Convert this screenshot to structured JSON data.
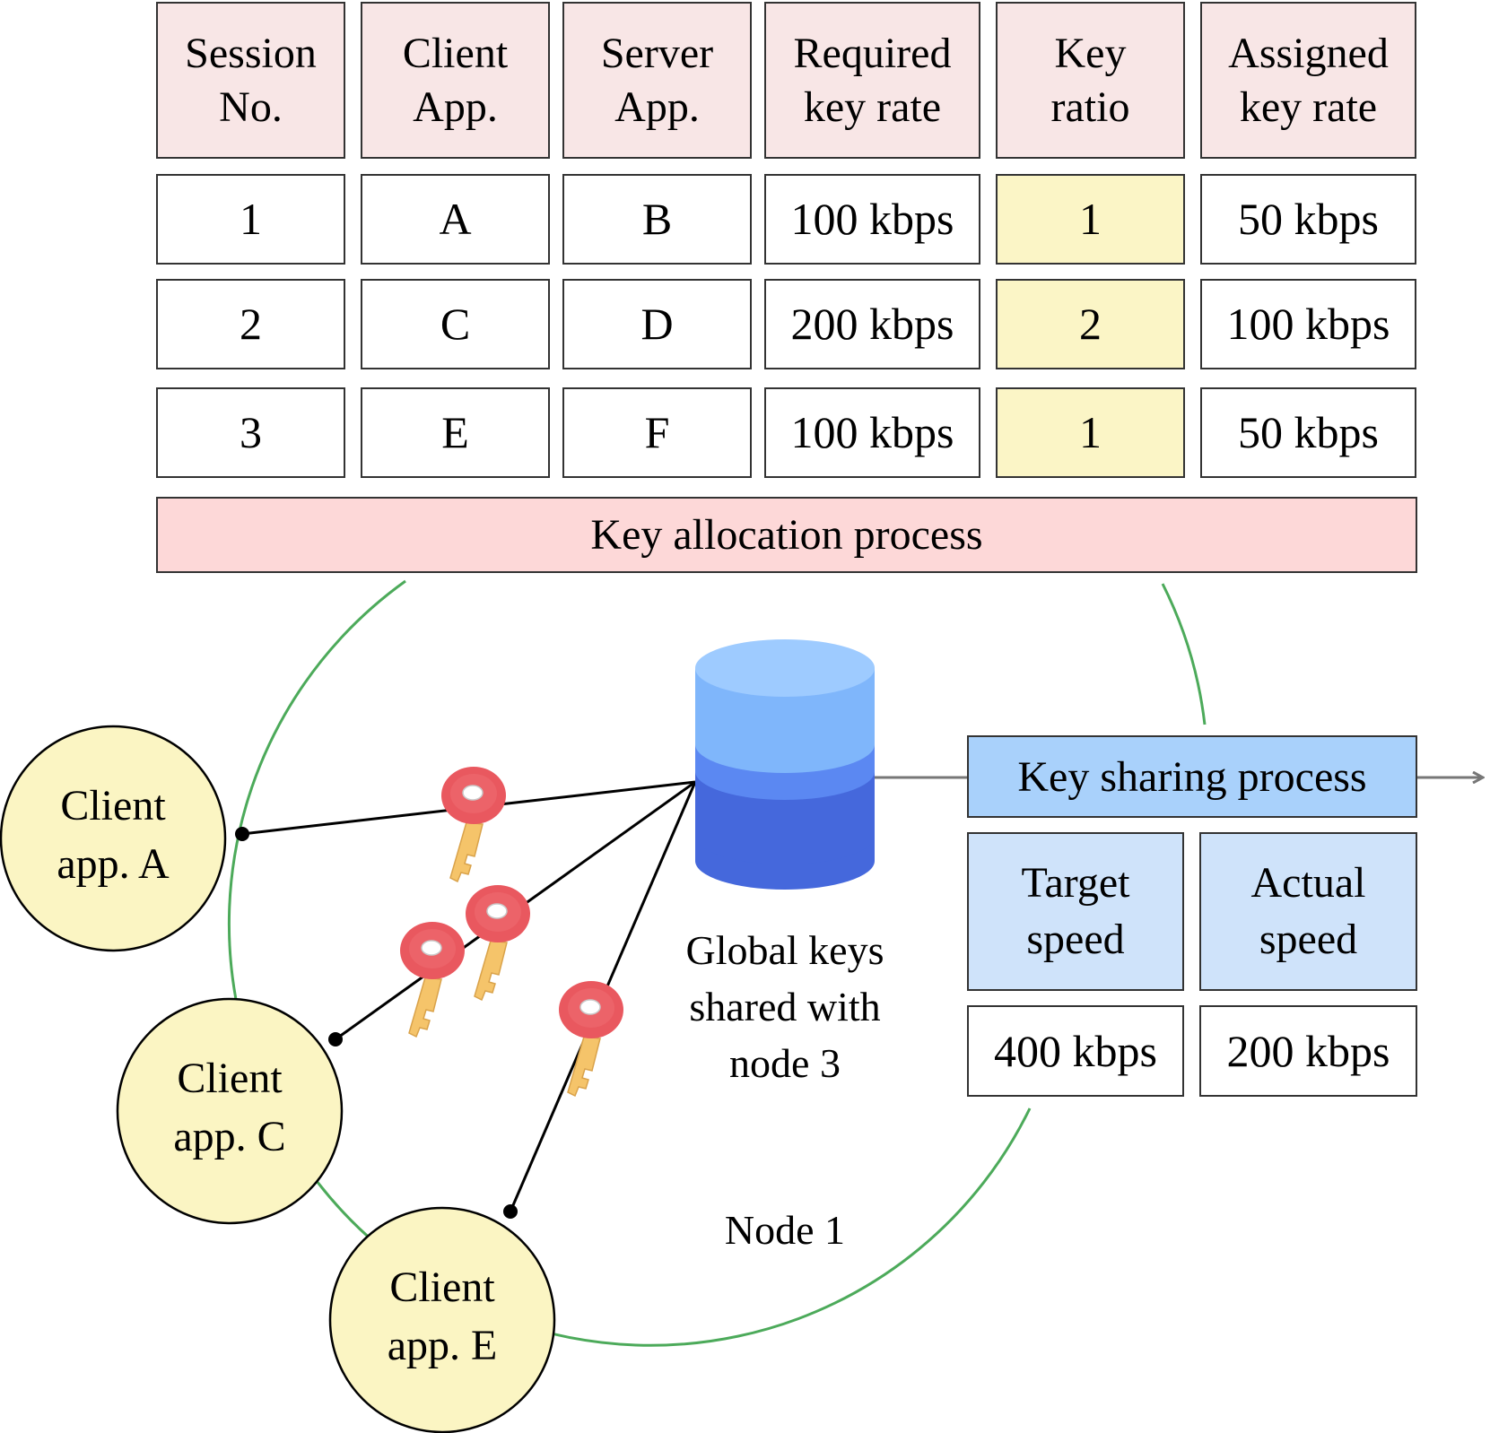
{
  "allocation_table": {
    "headers": [
      "Session\nNo.",
      "Client\nApp.",
      "Server\nApp.",
      "Required\nkey rate",
      "Key\nratio",
      "Assigned\nkey rate"
    ],
    "rows": [
      [
        "1",
        "A",
        "B",
        "100 kbps",
        "1",
        "50 kbps"
      ],
      [
        "2",
        "C",
        "D",
        "200 kbps",
        "2",
        "100 kbps"
      ],
      [
        "3",
        "E",
        "F",
        "100 kbps",
        "1",
        "50 kbps"
      ]
    ]
  },
  "key_allocation_label": "Key allocation process",
  "key_sharing_label": "Key sharing process",
  "speed_table": {
    "headers": [
      "Target\nspeed",
      "Actual\nspeed"
    ],
    "values": [
      "400 kbps",
      "200 kbps"
    ]
  },
  "global_keys_label": "Global keys\nshared with\nnode 3",
  "node_label": "Node 1",
  "clients": [
    {
      "label": "Client\napp. A"
    },
    {
      "label": "Client\napp. C"
    },
    {
      "label": "Client\napp. E"
    }
  ],
  "colors": {
    "header_fill": "#f8e6e6",
    "ratio_fill": "#fbf5c6",
    "allocation_bar": "#fdd8d8",
    "sharing_bar": "#a9d1fb",
    "speed_header": "#cfe3fa",
    "client_fill": "#fbf5c3",
    "node_circle": "#4caa5a",
    "key_red": "#e9585f",
    "key_gold": "#f5c46a",
    "db_top": "#9ecbff",
    "db_mid1": "#7fb6fb",
    "db_mid2": "#5b88f2",
    "db_bottom": "#4568dc"
  }
}
